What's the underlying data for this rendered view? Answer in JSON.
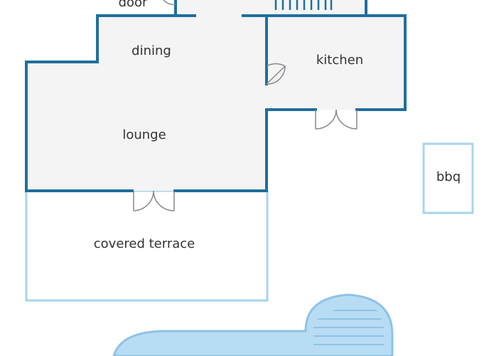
{
  "rooms": {
    "door": "door",
    "dining": "dining",
    "kitchen": "kitchen",
    "lounge": "lounge",
    "bbq": "bbq",
    "covered_terrace": "covered terrace"
  },
  "colors": {
    "wall": "#1f6f9e",
    "light_outline": "#a9d4ec",
    "room_fill": "#f4f4f4",
    "pool_fill": "#b8dcf3",
    "pool_stroke": "#8ec3e6",
    "door_swing": "#888888",
    "text": "#333333"
  }
}
